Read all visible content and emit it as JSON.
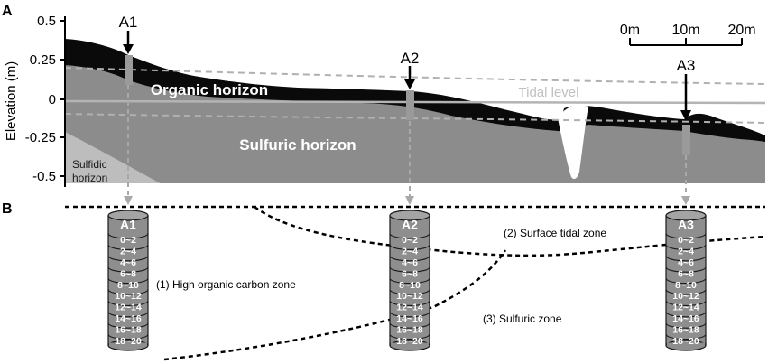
{
  "panels": {
    "a": "A",
    "b": "B"
  },
  "axis": {
    "ylabel": "Elevation (m)",
    "ticks": [
      "0.5",
      "0.25",
      "0",
      "-0.25",
      "-0.5"
    ]
  },
  "scale_bar": {
    "labels": [
      "0m",
      "10m",
      "20m"
    ]
  },
  "sites": [
    {
      "label": "A1"
    },
    {
      "label": "A2"
    },
    {
      "label": "A3"
    }
  ],
  "horizons": {
    "organic": "Organic horizon",
    "sulfuric": "Sulfuric horizon",
    "sulfidic_line1": "Sulfidic",
    "sulfidic_line2": "horizon",
    "tidal": "Tidal level"
  },
  "zones": {
    "surface_tidal": "(2) Surface tidal zone",
    "high_organic": "(1) High organic carbon zone",
    "sulfuric": "(3) Sulfuric zone"
  },
  "depths": [
    "0~2",
    "2~4",
    "4~6",
    "6~8",
    "8~10",
    "10~12",
    "12~14",
    "14~16",
    "16~18",
    "18~20"
  ],
  "colors": {
    "organic": "#0a0a0a",
    "sulfuric": "#8c8c8c",
    "sulfidic": "#bdbdbd",
    "tidal": "#b4b4b4",
    "core_disc": "#8e8e8e",
    "arrow": "#a8a8a8"
  }
}
